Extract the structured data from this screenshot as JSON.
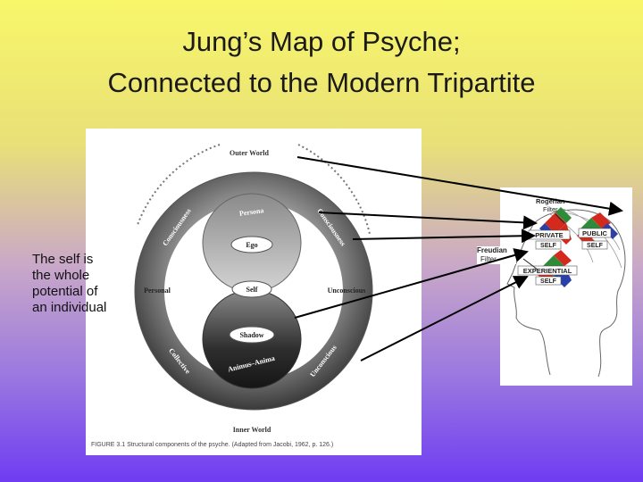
{
  "slide": {
    "title_line1": "Jung’s Map of Psyche;",
    "title_line2": "Connected to the Modern Tripartite",
    "side_note": "The self is\nthe whole\npotential of\nan individual"
  },
  "jung_diagram": {
    "outer_world": "Outer World",
    "inner_world": "Inner World",
    "persona": "Persona",
    "ego": "Ego",
    "self": "Self",
    "shadow": "Shadow",
    "animus_anima": "Animus–Anima",
    "consciousness_left": "Consciousness",
    "consciousness_right": "Consciousness",
    "personal": "Personal",
    "unconscious_right": "Unconscious",
    "collective": "Collective",
    "unconscious_lower": "Unconscious",
    "caption": "FIGURE 3.1  Structural components of the psyche. (Adapted from Jacobi, 1962, p. 126.)"
  },
  "tripartite_diagram": {
    "rogerian_line1": "Rogerian",
    "rogerian_line2": "Filter",
    "freudian_line1": "Freudian",
    "freudian_line2": "Filter",
    "private_label": "PRIVATE",
    "private_self": "SELF",
    "public_label": "PUBLIC",
    "public_self": "SELF",
    "experiential_label": "EXPERIENTIAL",
    "experiential_self": "SELF",
    "colors": {
      "red": "#d42a1e",
      "green": "#2e8b3a",
      "blue": "#2a3fa8"
    }
  },
  "colors": {
    "background_top": "#f8f66a",
    "background_bottom": "#6f3cf2"
  }
}
